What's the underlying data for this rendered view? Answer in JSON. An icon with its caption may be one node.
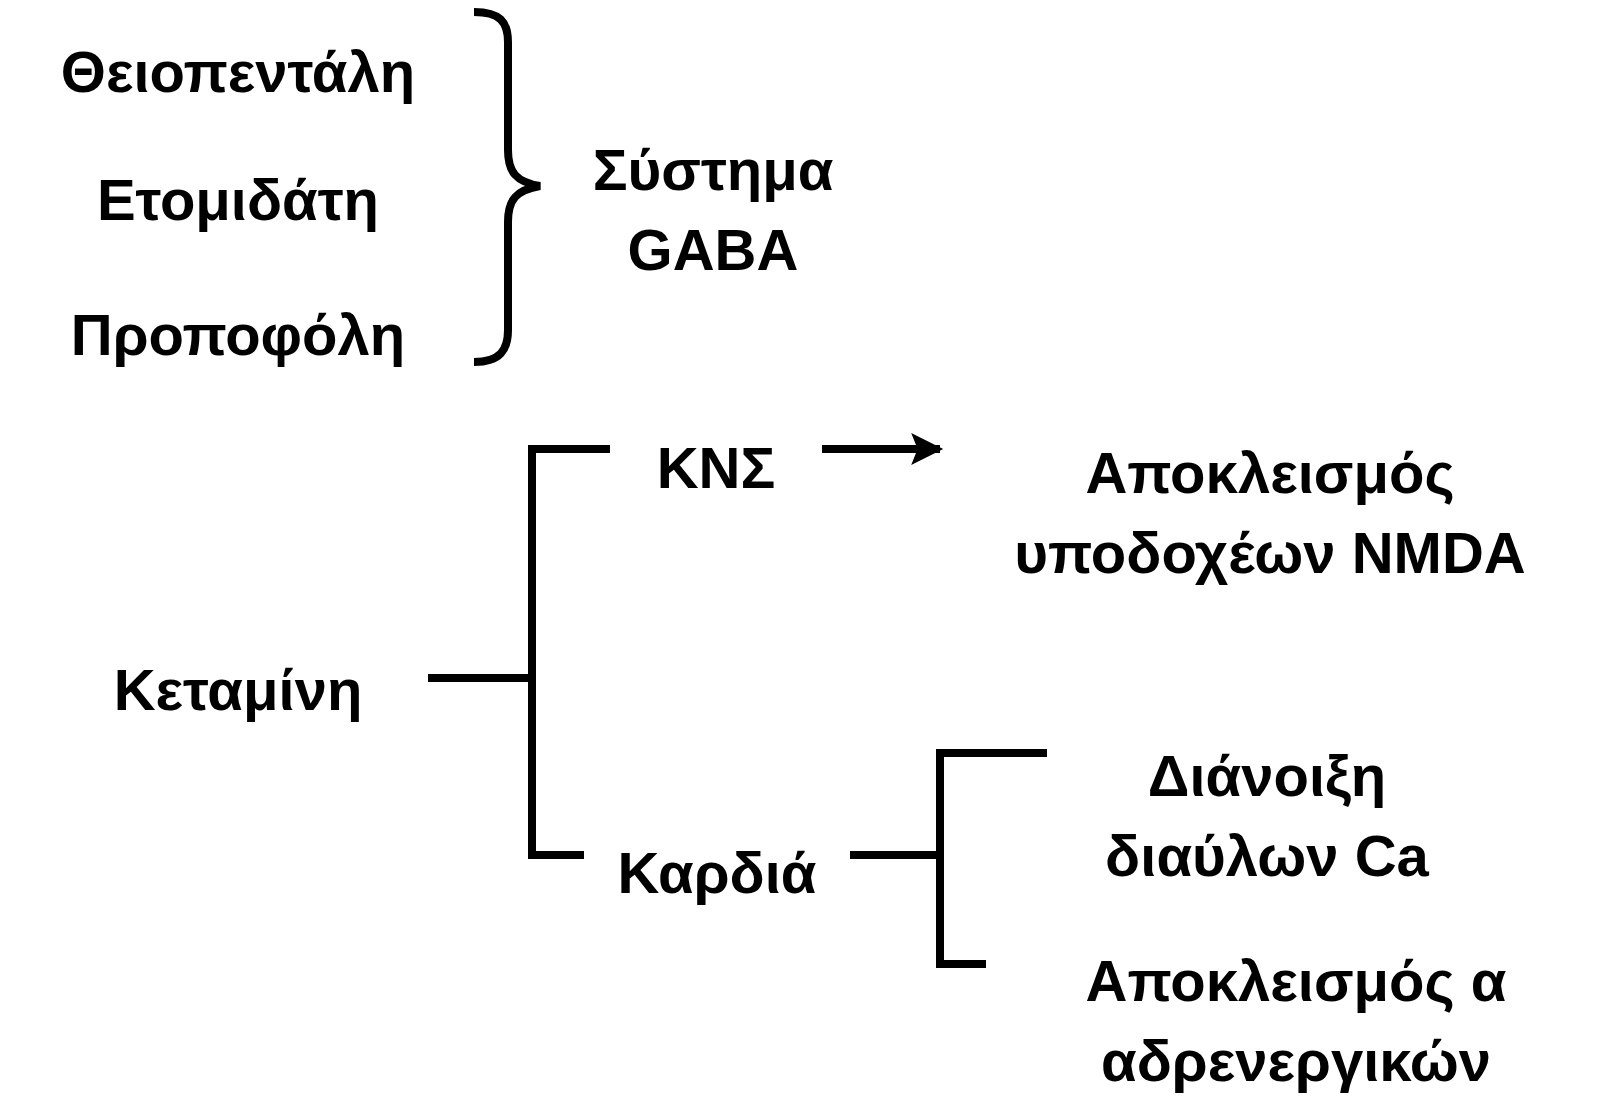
{
  "diagram": {
    "nodes": [
      {
        "text": [
          "Θειοπεντάλη"
        ]
      },
      {
        "text": [
          "Ετομιδάτη"
        ]
      },
      {
        "text": [
          "Προποφόλη"
        ]
      },
      {
        "text": [
          "Σύστημα GABA"
        ]
      },
      {
        "text": [
          "Κεταμίνη"
        ]
      },
      {
        "text": [
          "ΚΝΣ"
        ]
      },
      {
        "text": [
          "Αποκλεισμός υποδοχέων NMDA"
        ]
      },
      {
        "text": [
          "Καρδιά"
        ]
      },
      {
        "text": [
          "Διάνοιξη διαύλων Ca"
        ]
      },
      {
        "text": [
          "Αποκλεισμός α αδρενεργικών"
        ]
      }
    ],
    "edges": [
      {
        "from": 4,
        "to": 5,
        "arrow": "none"
      },
      {
        "from": 4,
        "to": 7,
        "arrow": "none"
      },
      {
        "from": 5,
        "to": 6,
        "arrow": "to"
      },
      {
        "from": 7,
        "to": 8,
        "arrow": "none"
      },
      {
        "from": 7,
        "to": 9,
        "arrow": "none"
      }
    ]
  }
}
